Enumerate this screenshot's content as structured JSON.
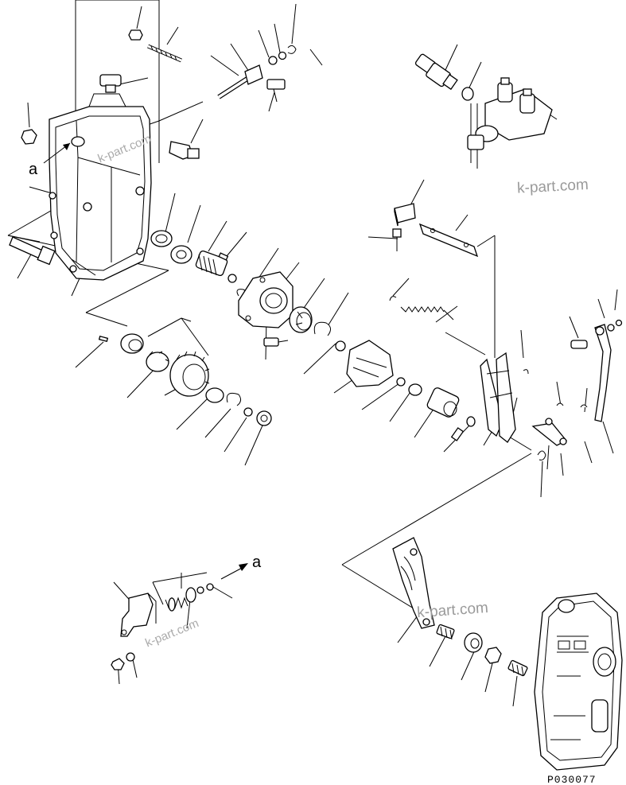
{
  "watermarks": {
    "main": "k-part.com",
    "center": "k-part.com",
    "left_top": "k-part.com",
    "left_bottom": "k-part.com"
  },
  "references": {
    "a_top": "a",
    "a_bottom": "a"
  },
  "drawing_code": "P030077"
}
